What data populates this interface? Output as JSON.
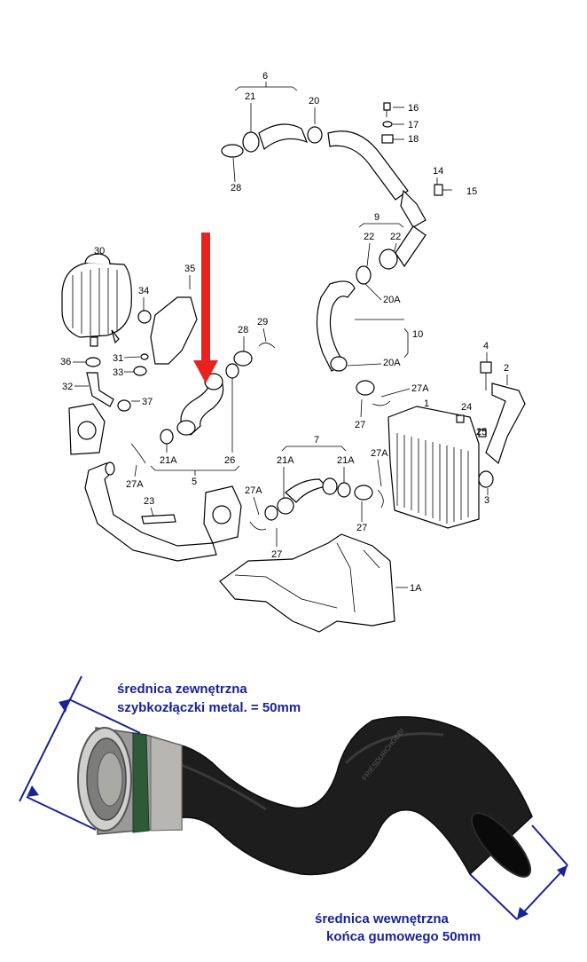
{
  "diagram": {
    "labels": {
      "l6": "6",
      "l21a": "21",
      "l20a": "20",
      "l16": "16",
      "l17": "17",
      "l18": "18",
      "l28a": "28",
      "l14": "14",
      "l15": "15",
      "l9": "9",
      "l22a": "22",
      "l22b": "22",
      "l20A1": "20A",
      "l10": "10",
      "l20A2": "20A",
      "l27Aa": "27A",
      "l27a": "27",
      "l30": "30",
      "l35": "35",
      "l34": "34",
      "l29": "29",
      "l28b": "28",
      "l31": "31",
      "l33": "33",
      "l36": "36",
      "l32": "32",
      "l37": "37",
      "l21Aa": "21A",
      "l26": "26",
      "l5": "5",
      "l27Ab": "27A",
      "l23": "23",
      "l4": "4",
      "l2": "2",
      "l24": "24",
      "l25": "25",
      "l1": "1",
      "l3": "3",
      "l7": "7",
      "l21Ab": "21A",
      "l21Ac": "21A",
      "l27Ac": "27A",
      "l27Ad": "27A",
      "l27b": "27",
      "l27c": "27",
      "l1A": "1A"
    },
    "highlight_color": "#e8231f"
  },
  "photo": {
    "outer_label_line1": "średnica zewnętrzna",
    "outer_label_line2": "szybkozłączki metal.  = 50mm",
    "inner_label_line1": "średnica wewnętrzna",
    "inner_label_line2": "końca gumowego 50mm",
    "annotation_color": "#1a2396"
  }
}
